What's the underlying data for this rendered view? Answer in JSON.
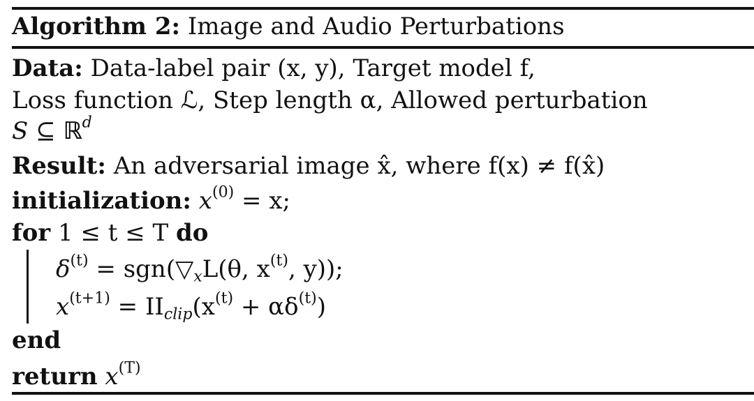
{
  "algorithm": {
    "label": "Algorithm 2:",
    "title": "Image and Audio Perturbations"
  },
  "data": {
    "label": "Data:",
    "text1": "Data-label pair (x, y), Target model f,",
    "text2": "Loss function ℒ, Step length α, Allowed perturbation",
    "text3_a": "S ⊆ ",
    "text3_b": "ℝ",
    "text3_sup": "d"
  },
  "result": {
    "label": "Result:",
    "text": "An adversarial image x̂, where f(x) ≠ f(x̂)"
  },
  "init": {
    "label": "initialization:",
    "text_a": "x",
    "sup": "(0)",
    "text_b": " = x;"
  },
  "loop": {
    "for_label": "for",
    "cond": "1 ≤ t ≤ T",
    "do_label": "do"
  },
  "step1": {
    "a": "δ",
    "sup1": "(t)",
    "b": " = sgn(▽",
    "sub1": "x",
    "c": "L(θ, x",
    "sup2": "(t)",
    "d": ", y));"
  },
  "step2": {
    "a": "x",
    "sup1": "(t+1)",
    "b": " = II",
    "sub1": "clip",
    "c": "(x",
    "sup2": "(t)",
    "d": " + αδ",
    "sup3": "(t)",
    "e": ")"
  },
  "end_label": "end",
  "ret": {
    "label": "return",
    "a": "x",
    "sup": "(T)"
  }
}
